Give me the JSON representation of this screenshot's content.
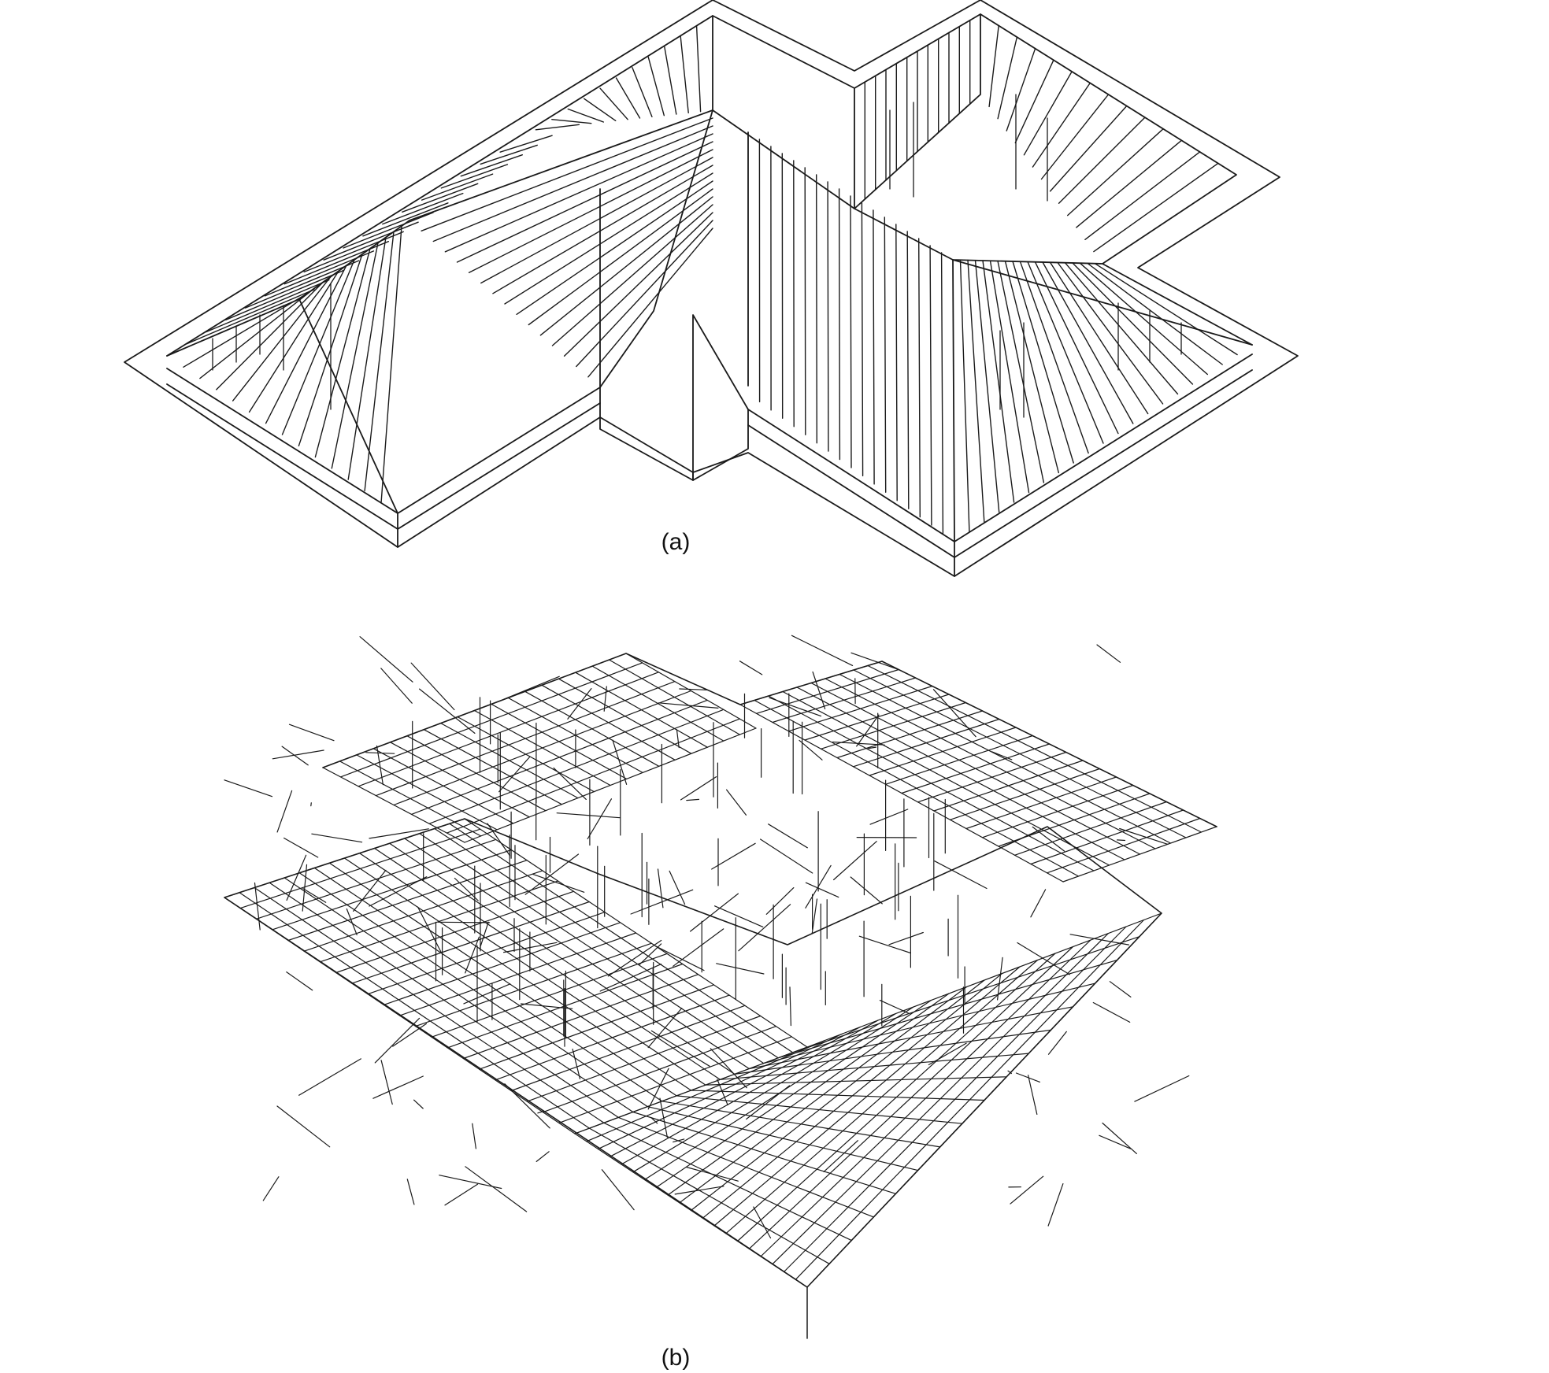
{
  "panels": [
    {
      "id": "a",
      "caption": "(a)",
      "kind": "rendered-roof"
    },
    {
      "id": "b",
      "caption": "(b)",
      "kind": "wireframe-truss"
    }
  ],
  "colors": {
    "background": "#ffffff",
    "ink": "#1f1f1f"
  }
}
